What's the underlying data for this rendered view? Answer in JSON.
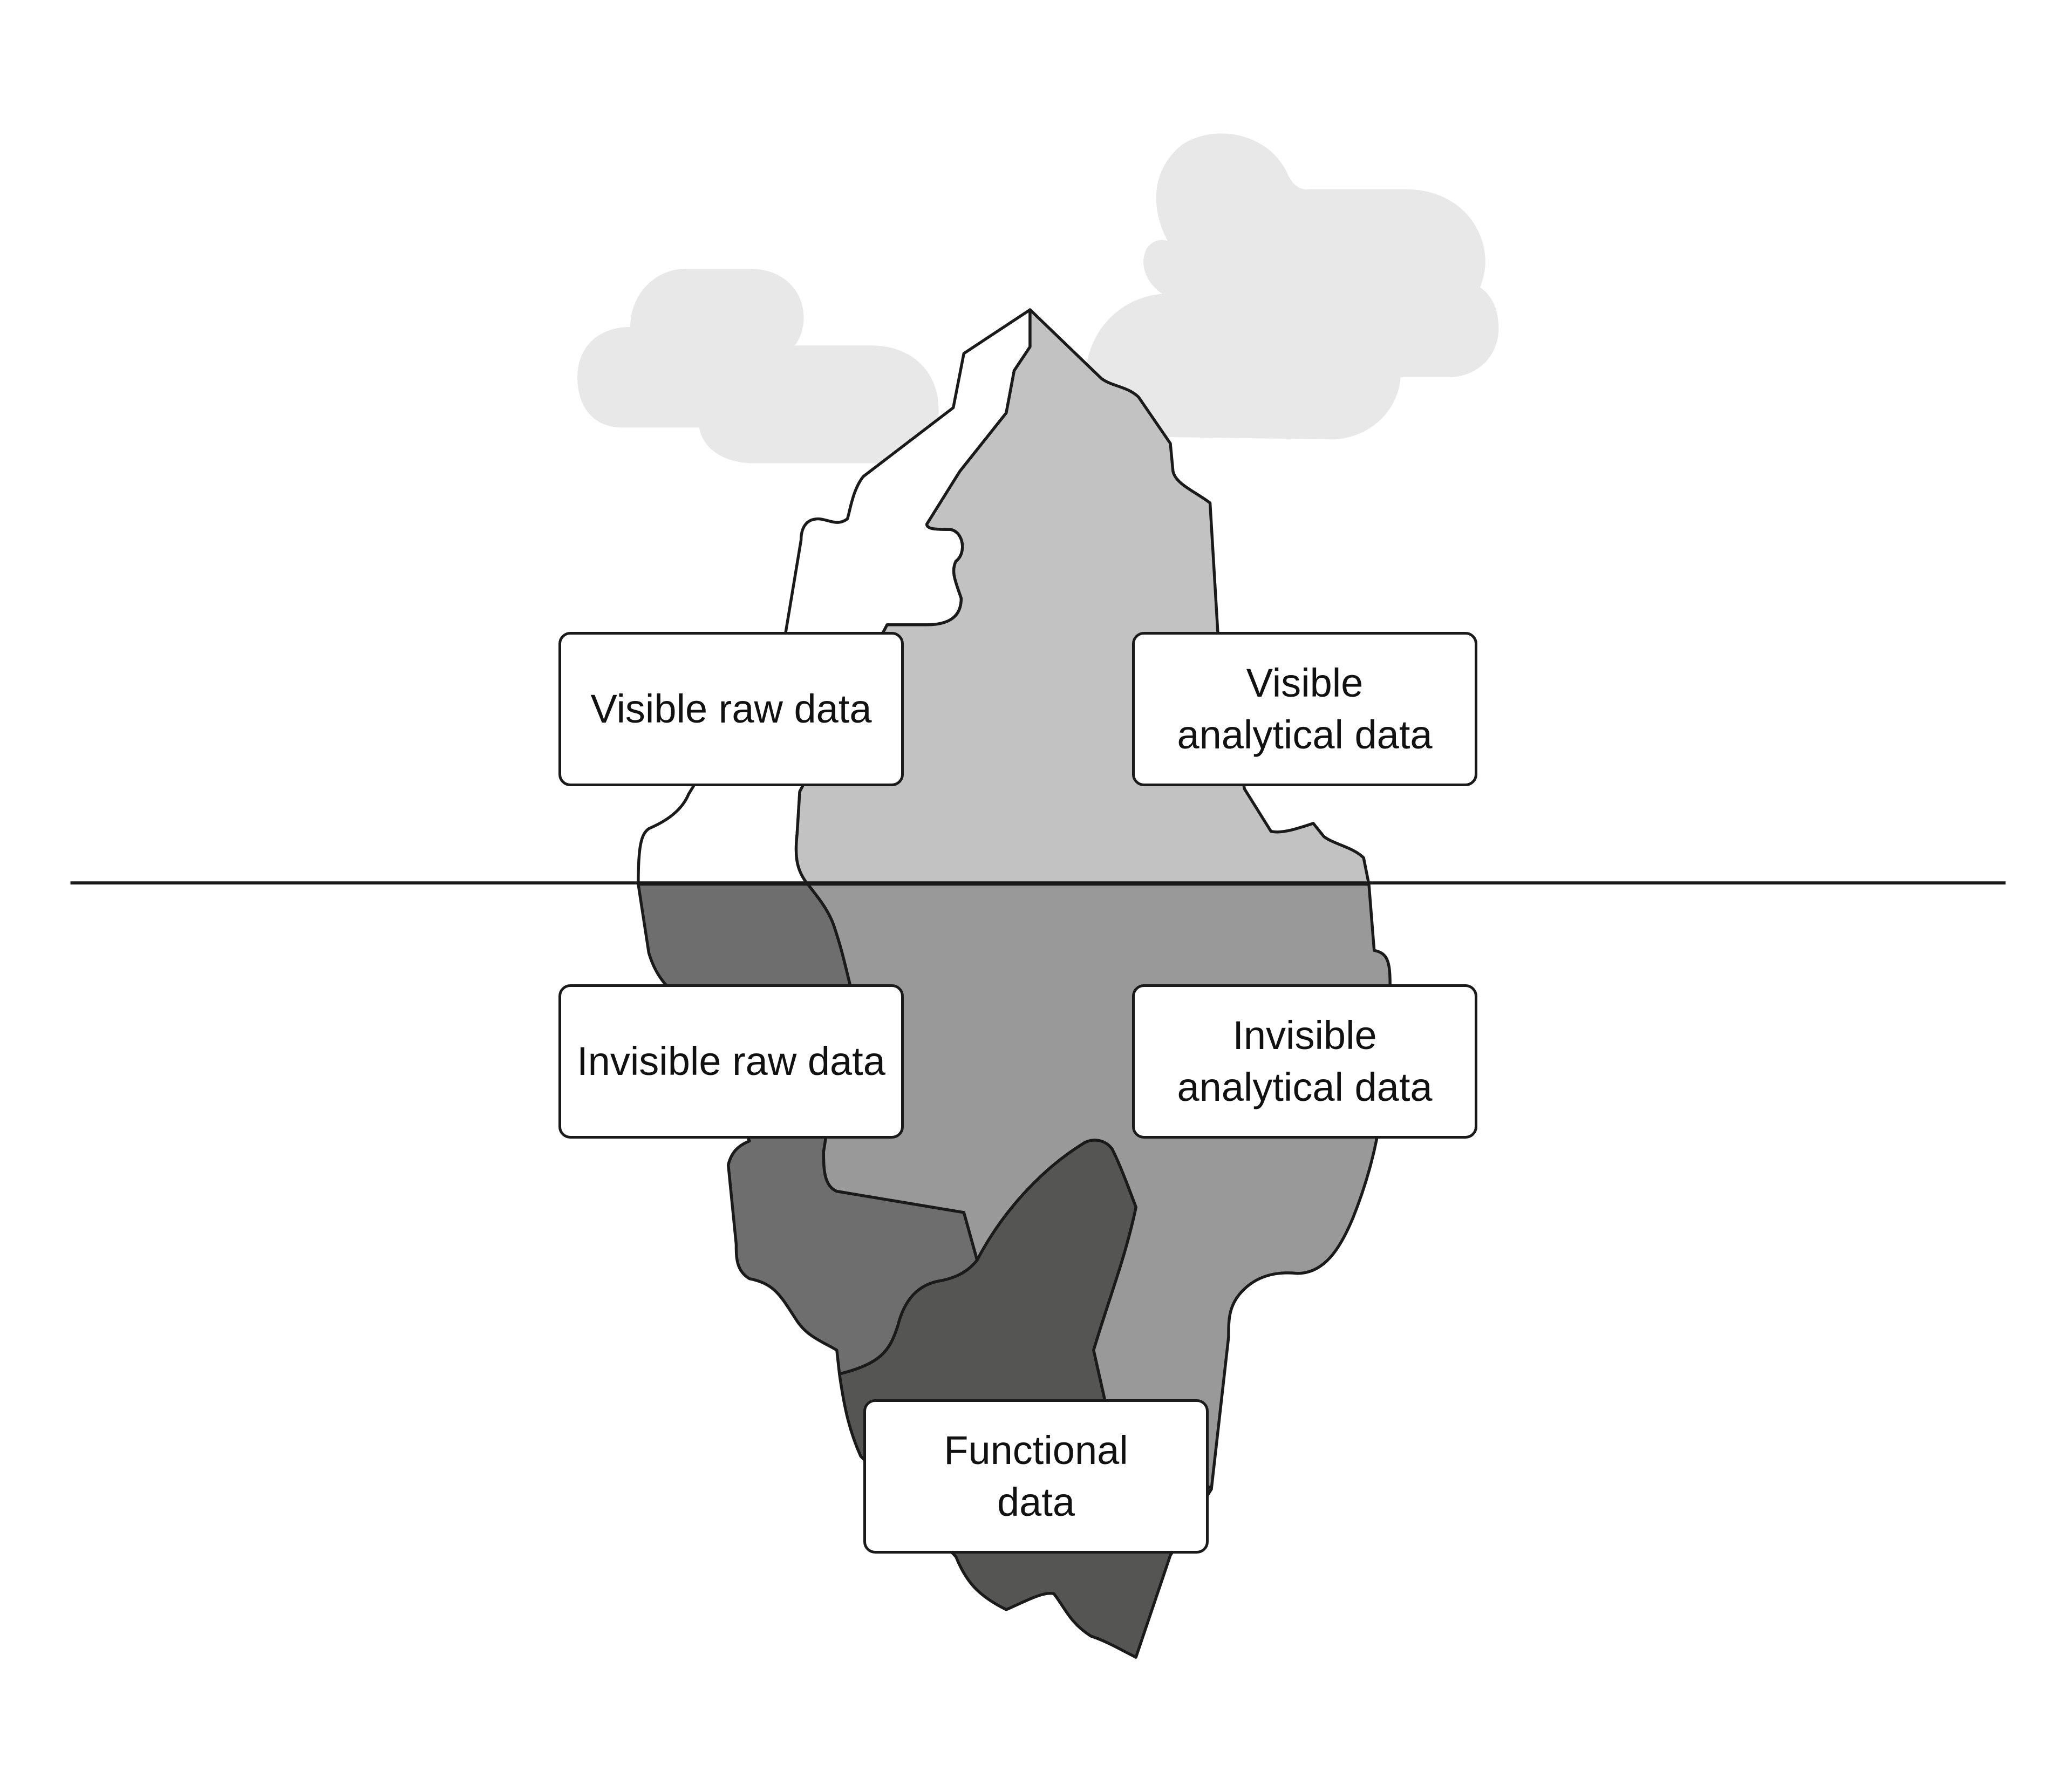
{
  "diagram": {
    "labels": {
      "visible_raw": [
        "Visible raw data"
      ],
      "visible_analytical": [
        "Visible",
        "analytical data"
      ],
      "invisible_raw": [
        "Invisible raw data"
      ],
      "invisible_analytical": [
        "Invisible",
        "analytical data"
      ],
      "functional": [
        "Functional",
        "data"
      ]
    }
  },
  "colors": {
    "background": "#ffffff",
    "cloud": "#e8e8e8",
    "ice_above_white": "#ffffff",
    "ice_above_light": "#c2c2c2",
    "ice_below_mid": "#999999",
    "ice_below_dark": "#6e6e6e",
    "ice_core": "#555553",
    "outline": "#1a1a1a"
  }
}
